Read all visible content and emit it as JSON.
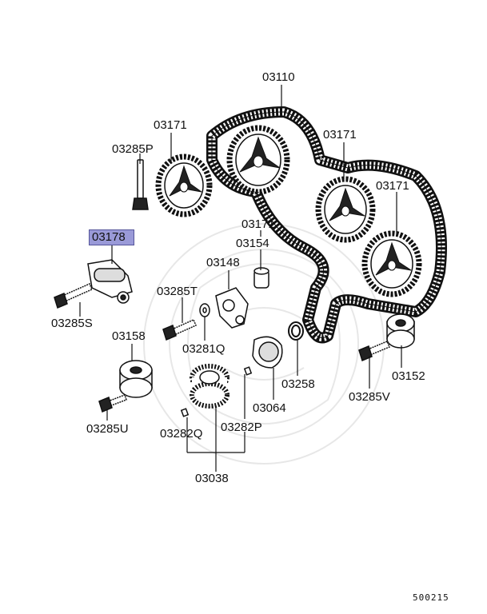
{
  "diagram": {
    "highlight_color": "#9a9ad8",
    "labels": {
      "p03110": "03110",
      "p03171_a": "03171",
      "p03171_b": "03171",
      "p03171_c": "03171",
      "p03171_d": "03171",
      "p03285P": "03285P",
      "p03178": "03178",
      "p03154": "03154",
      "p03148": "03148",
      "p03285T": "03285T",
      "p03285S": "03285S",
      "p03158": "03158",
      "p03281Q": "03281Q",
      "p03258": "03258",
      "p03152": "03152",
      "p03064": "03064",
      "p03285V": "03285V",
      "p03285U": "03285U",
      "p03282Q": "03282Q",
      "p03282P": "03282P",
      "p03038": "03038"
    },
    "diagram_number": "500215"
  }
}
